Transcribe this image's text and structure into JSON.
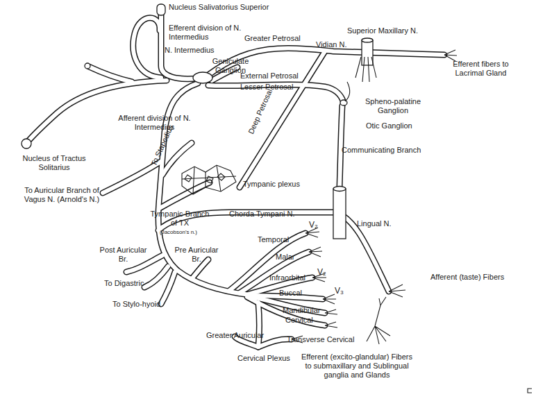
{
  "diagram": {
    "labels": [
      "Nucleus Salivatorius Superior",
      "Efferent division of N. Intermedius",
      "N. Intermedius",
      "Geniculate Ganglion",
      "Greater Petrosal",
      "Vidian N.",
      "Superior Maxillary N.",
      "Efferent fibers to Lacrimal Gland",
      "External Petrosal",
      "Lesser Petrosal",
      "Spheno-palatine Ganglion",
      "Otic Ganglion",
      "Afferent division of N. Intermedius",
      "Deep Petrosal",
      "Communicating Branch",
      "Nucleus of Tractus Solitarius",
      "To Stapedius",
      "Tympanic plexus",
      "To Auricular Branch of Vagus N. (Arnold's N.)",
      "Tympanic Branch of TX",
      "(Jacobson's n.)",
      "Chorda Tympani N.",
      "Lingual N.",
      "V₂",
      "Temporal",
      "Post Auricular Br.",
      "Pre Auricular Br.",
      "Malar",
      "Infraorbital",
      "V₂",
      "Afferent (taste) Fibers",
      "To Digastric",
      "Buccal",
      "V₃",
      "Mandibular",
      "Cervical",
      "To Stylo-hyoid",
      "Greater Auricular",
      "Transverse Cervical",
      "Cervical Plexus",
      "Efferent (excito-glandular) Fibers to submaxillary and Sublingual ganglia and Glands"
    ]
  }
}
